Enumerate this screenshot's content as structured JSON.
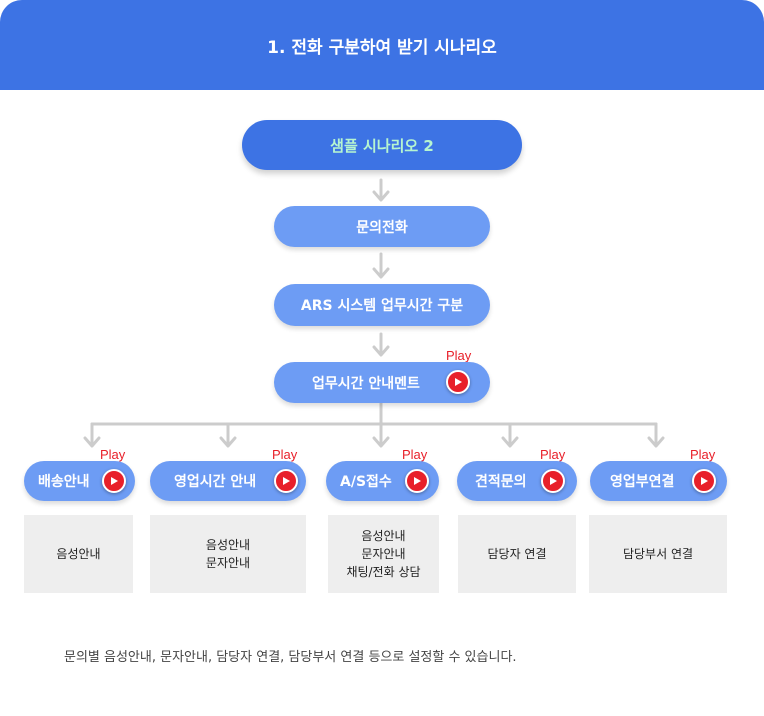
{
  "header": {
    "title": "1. 전화 구분하여 받기 시나리오"
  },
  "flow": {
    "root": "샘플 시나리오 2",
    "step1": "문의전화",
    "step2": "ARS 시스템 업무시간 구분",
    "step3": "업무시간 안내멘트"
  },
  "play_label": "Play",
  "branches": [
    {
      "label": "배송안내",
      "lines": [
        "음성안내"
      ]
    },
    {
      "label": "영업시간 안내",
      "lines": [
        "음성안내",
        "문자안내"
      ]
    },
    {
      "label": "A/S접수",
      "lines": [
        "음성안내",
        "문자안내",
        "채팅/전화 상담"
      ]
    },
    {
      "label": "견적문의",
      "lines": [
        "담당자 연결"
      ]
    },
    {
      "label": "영업부연결",
      "lines": [
        "담당부서 연결"
      ]
    }
  ],
  "footnote": "문의별 음성안내, 문자안내, 담당자 연결, 담당부서 연결 등으로 설정할 수 있습니다.",
  "colors": {
    "header": "#3d73e4",
    "pill_dark": "#3d73e4",
    "pill_mid": "#6d9cf4",
    "root_text": "#b6f5d0",
    "play_red": "#e8202a",
    "connector": "#cccccc",
    "box_bg": "#eeeeee"
  }
}
